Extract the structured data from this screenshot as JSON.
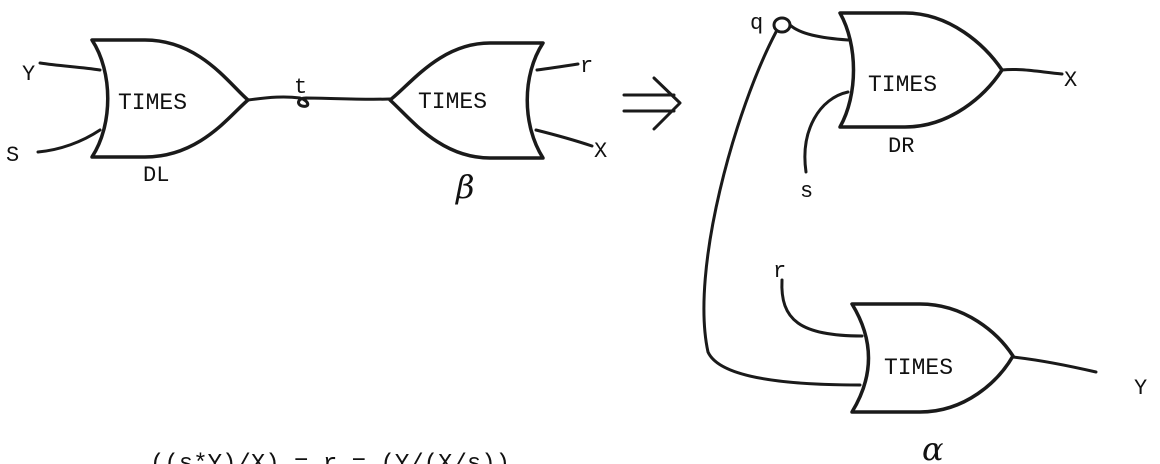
{
  "left": {
    "gate_dl": {
      "text": "TIMES",
      "name": "DL"
    },
    "gate_beta": {
      "text": "TIMES",
      "name": "β"
    },
    "input_Y": "Y",
    "input_S": "S",
    "wire_t": "t",
    "output_r": "r",
    "output_X": "X"
  },
  "arrow": "⇒",
  "right": {
    "gate_dr": {
      "text": "TIMES",
      "name": "DR"
    },
    "gate_alpha": {
      "text": "TIMES",
      "name": "α"
    },
    "label_q": "q",
    "label_s": "s",
    "label_r": "r",
    "output_X": "X",
    "output_Y": "Y"
  },
  "formula": "((s*Y)/X) = r = (Y/(X/s))"
}
